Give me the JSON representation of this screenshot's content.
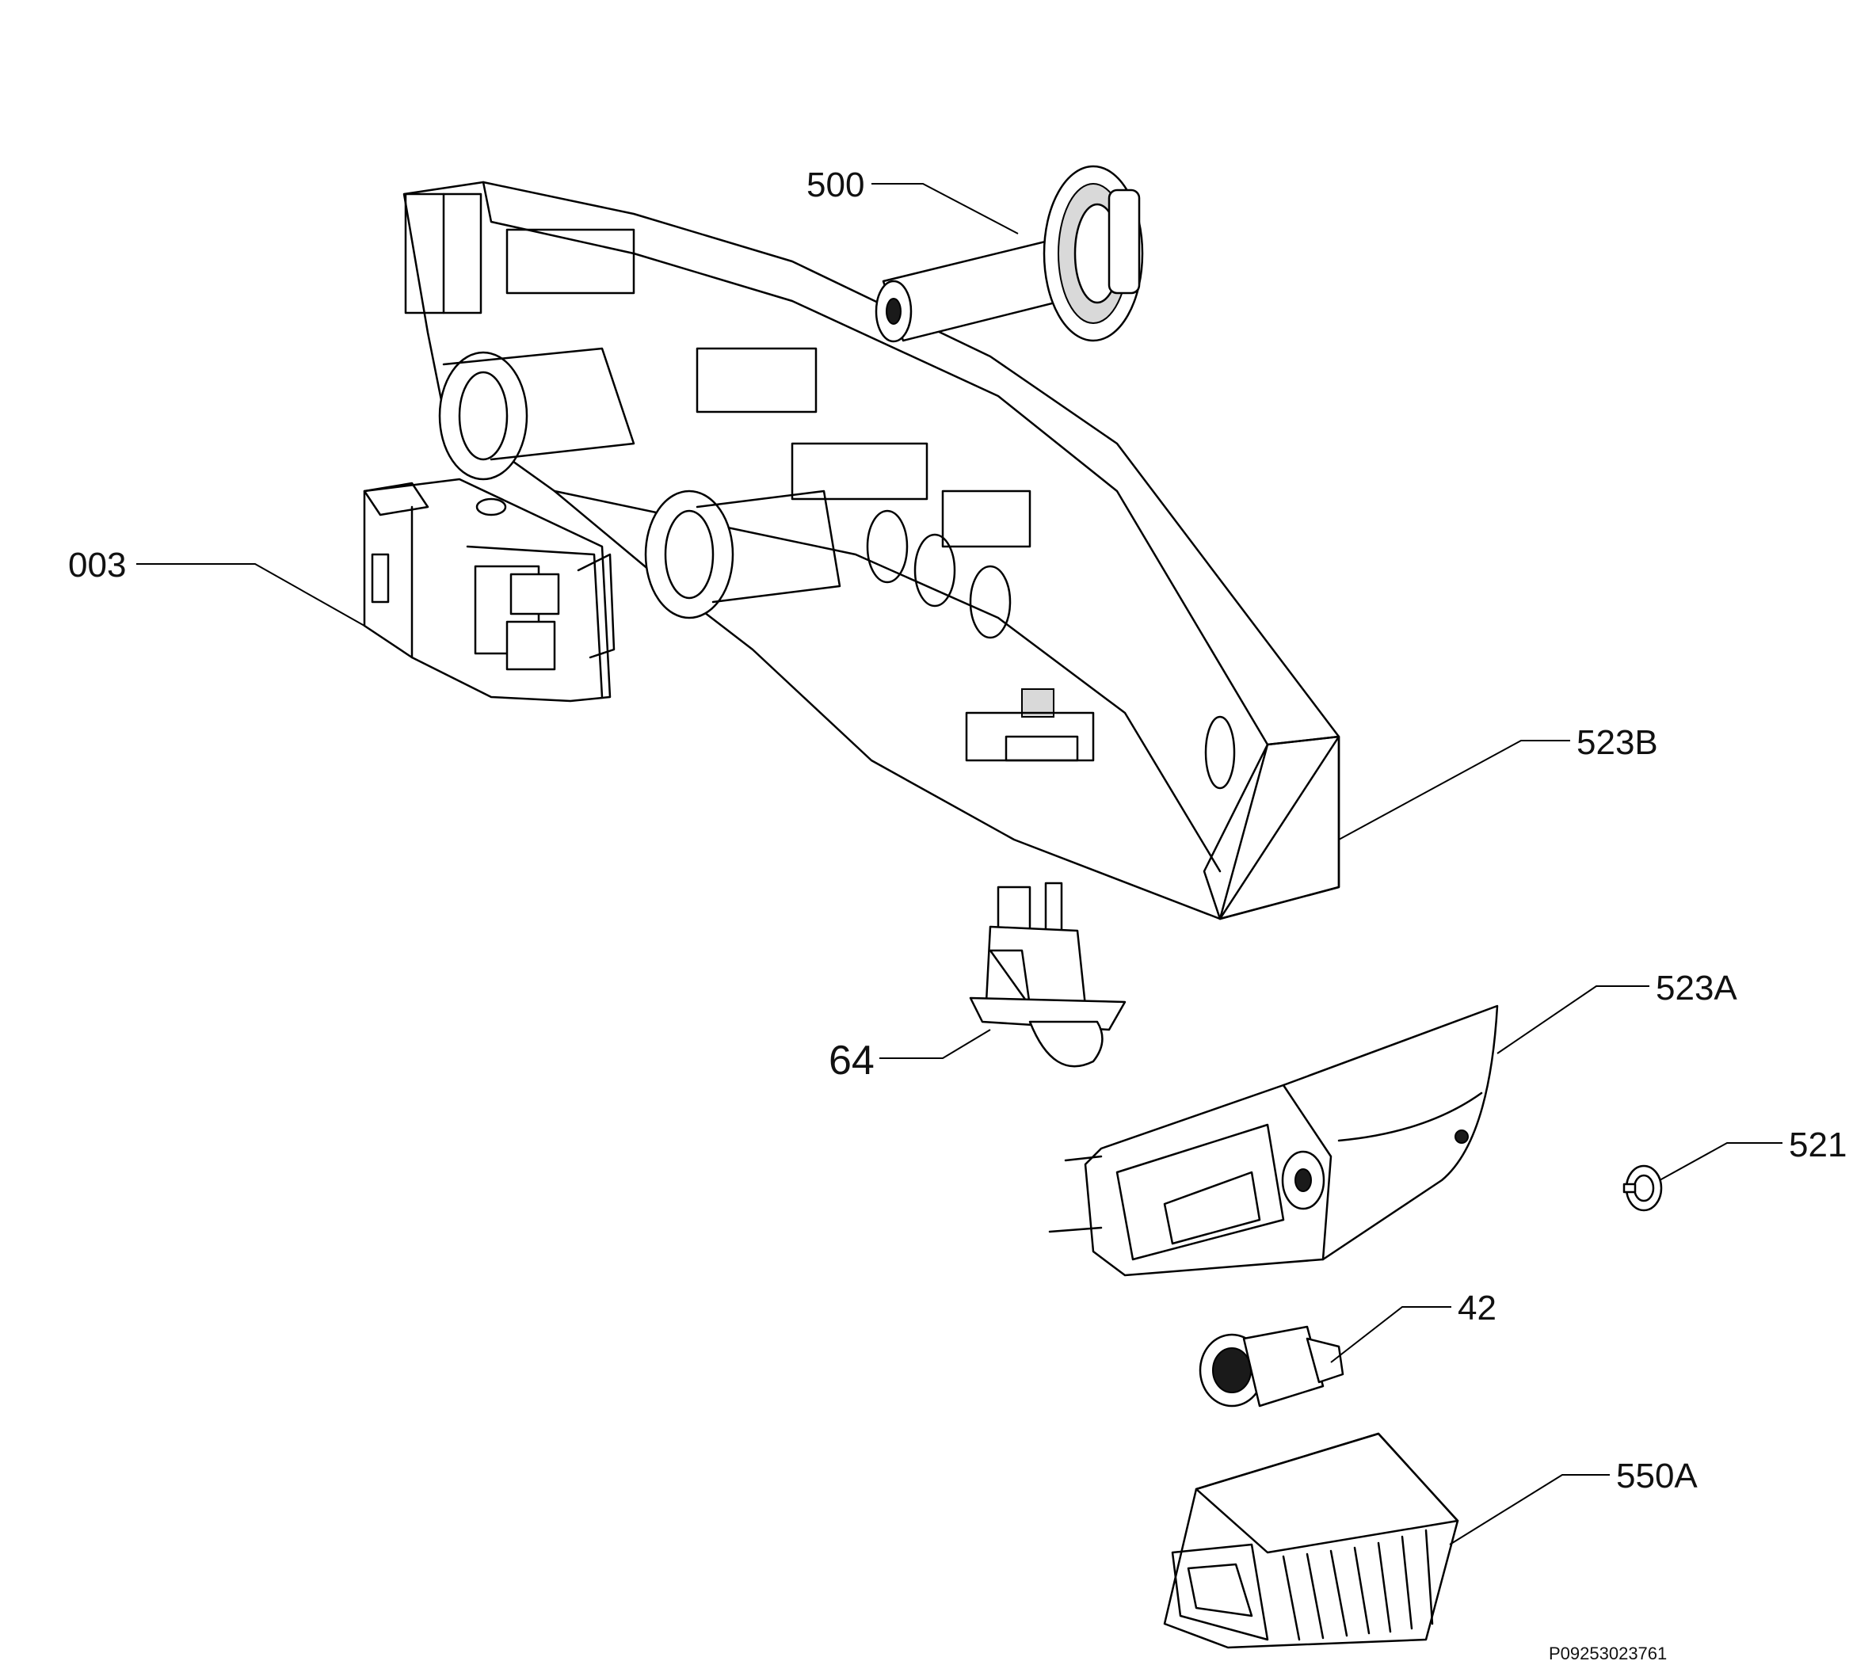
{
  "labels": {
    "p500": "500",
    "p003": "003",
    "p523b": "523B",
    "p64": "64",
    "p523a": "523A",
    "p521": "521",
    "p42": "42",
    "p550a": "550A"
  },
  "document_id": "P09253023761"
}
